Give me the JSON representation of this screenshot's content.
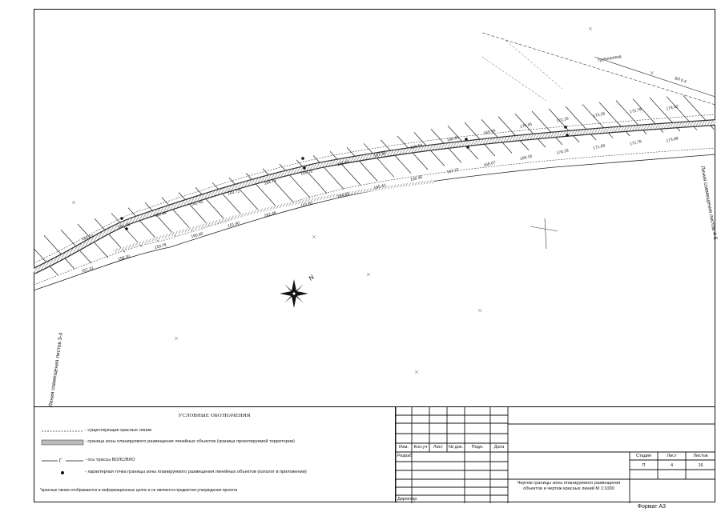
{
  "map": {
    "side_label_left": "Линия совмещения листов 3-4",
    "side_label_right": "Линия совмещения листов 4-5",
    "compass_letter": "N",
    "compass_icon": "north-arrow-icon",
    "elevations_top": [
      "174.62",
      "172.78",
      "173.25",
      "172.29",
      "170.45",
      "169.93",
      "168.85",
      "168.54",
      "167.30",
      "166.83",
      "165.78",
      "164.74",
      "163.72",
      "162.45",
      "161.44",
      "161.35",
      "160.37"
    ],
    "elevations_bottom": [
      "173.68",
      "172.76",
      "171.69",
      "170.33",
      "169.18",
      "168.07",
      "167.22",
      "166.45",
      "165.42",
      "164.53",
      "163.80",
      "162.48",
      "161.50",
      "160.65",
      "159.78",
      "158.30",
      "157.33"
    ],
    "labels_misc": [
      "Трубопровод",
      "ВЛ 0,4"
    ]
  },
  "legend": {
    "title": "УСЛОВНЫЕ ОБОЗНАЧЕНИЯ",
    "items": [
      "- существующие красные линии",
      "- граница зоны планируемого размещения линейных объектов (граница проектируемой территории)",
      "- ось трассы ВОЛС/ВЛО",
      "- характерная точка границы зоны планируемого размещения линейных объектов (каталог в приложении)"
    ],
    "axis_letter": "Г",
    "note": "*красные линии отображаются в информационных целях и не являются предметом утверждения проекта"
  },
  "stamp": {
    "headers": [
      "Изм.",
      "Кол.уч",
      "Лист",
      "№ док.",
      "Подп.",
      "Дата"
    ],
    "roles": [
      "Разраб",
      "Директор"
    ],
    "stage_headers": [
      "Стадия",
      "Лист",
      "Листов"
    ],
    "stage_values": [
      "П",
      "4",
      "16"
    ],
    "title": "Чертеж границы зоны планируемого размещения объектов и чертеж красных линий М 1:1000"
  },
  "format_label": "Формат А3"
}
